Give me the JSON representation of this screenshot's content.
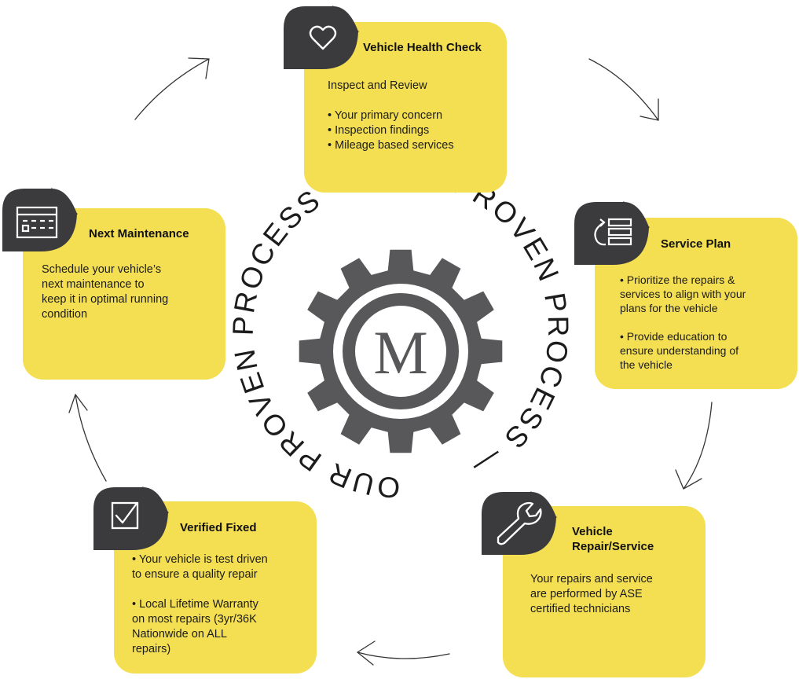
{
  "diagram": {
    "center_logo_letter": "M",
    "ring_text": "OUR PROVEN PROCESS — OUR PROVEN PROCESS —",
    "steps": [
      {
        "title": "Vehicle Health Check",
        "icon": "heart-icon",
        "lines": [
          "Inspect and Review",
          "",
          "• Your primary concern",
          "• Inspection findings",
          "• Mileage based services"
        ]
      },
      {
        "title": "Service Plan",
        "icon": "list-refresh-icon",
        "lines": [
          "• Prioritize the repairs &",
          "services to align with your",
          "plans for the vehicle",
          "",
          "• Provide education to",
          "ensure understanding of",
          "the vehicle"
        ]
      },
      {
        "title_lines": [
          "Vehicle",
          "Repair/Service"
        ],
        "icon": "wrench-icon",
        "lines": [
          "Your repairs and service",
          "are performed by ASE",
          "certified technicians"
        ]
      },
      {
        "title": "Verified Fixed",
        "icon": "checkbox-icon",
        "lines": [
          "• Your vehicle is test driven",
          "to ensure a quality repair",
          "",
          "• Local Lifetime Warranty",
          "on most repairs (3yr/36K",
          "Nationwide on ALL",
          "repairs)"
        ]
      },
      {
        "title": "Next Maintenance",
        "icon": "schedule-icon",
        "lines": [
          "Schedule your vehicle’s",
          "next maintenance to",
          "keep it in optimal running",
          "condition"
        ]
      }
    ]
  },
  "colors": {
    "card": "#f4de52",
    "badge": "#3b3b3d",
    "gear": "#58585a",
    "arrow": "#333333"
  }
}
